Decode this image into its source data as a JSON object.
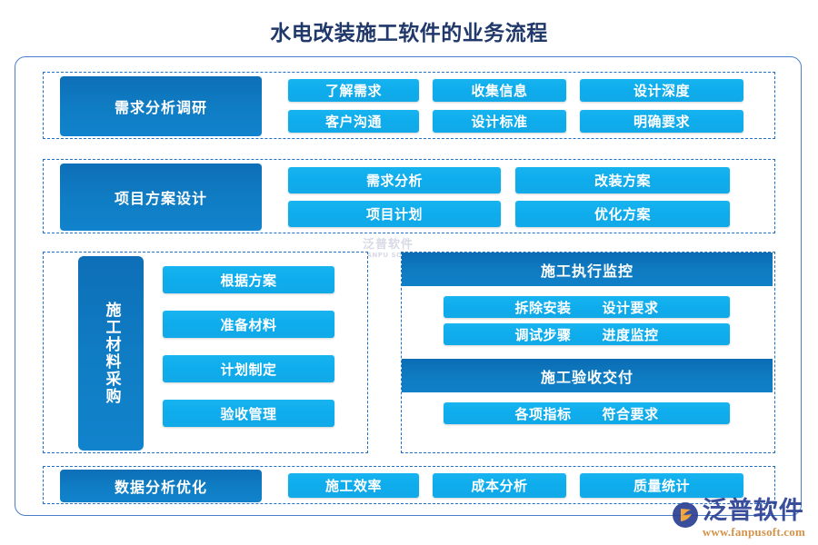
{
  "title": "水电改装施工软件的业务流程",
  "colors": {
    "title": "#20386a",
    "dark_blue": "#0f7dc4",
    "light_blue": "#12a9e8",
    "frame_border": "#4a7fc8",
    "dashed_border": "#1f6fc4",
    "logo_name": "#2a3f93",
    "logo_url": "#d08a3a"
  },
  "sections": {
    "requirement": {
      "label": "需求分析调研",
      "items": [
        "了解需求",
        "收集信息",
        "设计深度",
        "客户沟通",
        "设计标准",
        "明确要求"
      ]
    },
    "design": {
      "label": "项目方案设计",
      "items": [
        "需求分析",
        "改装方案",
        "项目计划",
        "优化方案"
      ]
    },
    "procurement": {
      "label": "施工材料采购",
      "items": [
        "根据方案",
        "准备材料",
        "计划制定",
        "验收管理"
      ]
    },
    "execution": {
      "bar1": "施工执行监控",
      "row1": [
        "拆除安装",
        "设计要求"
      ],
      "row2": [
        "调试步骤",
        "进度监控"
      ],
      "bar2": "施工验收交付",
      "row3": [
        "各项指标",
        "符合要求"
      ]
    },
    "analysis": {
      "label": "数据分析优化",
      "items": [
        "施工效率",
        "成本分析",
        "质量统计"
      ]
    }
  },
  "logo": {
    "name": "泛普软件",
    "url": "www.fanpusoft.com",
    "watermark_name": "泛普软件",
    "watermark_sub": "FANPU SOFTWARE"
  }
}
